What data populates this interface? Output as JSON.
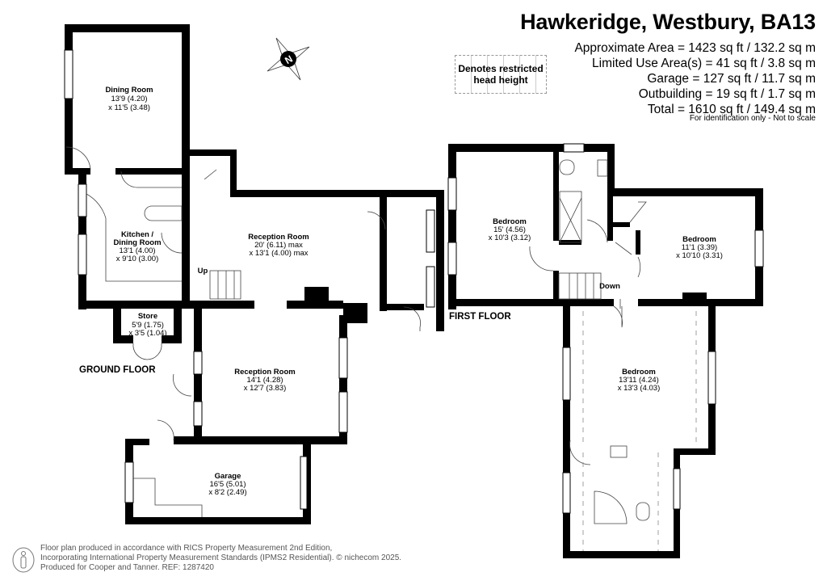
{
  "header": {
    "title": "Hawkeridge, Westbury, BA13",
    "areas": [
      "Approximate Area = 1423 sq ft / 132.2 sq m",
      "Limited Use Area(s) = 41 sq ft / 3.8 sq m",
      "Garage = 127 sq ft / 11.7 sq m",
      "Outbuilding = 19 sq ft / 1.7 sq m",
      "Total = 1610 sq ft / 149.4 sq m"
    ],
    "note": "For identification only - Not to scale"
  },
  "legend": {
    "restricted_line1": "Denotes restricted",
    "restricted_line2": "head height"
  },
  "compass": {
    "label": "N"
  },
  "ground_floor": {
    "label": "GROUND FLOOR",
    "rooms": [
      {
        "name": "Dining Room",
        "dim1": "13'9 (4.20)",
        "dim2": "x 11'5 (3.48)"
      },
      {
        "name": "Kitchen /",
        "name2": "Dining Room",
        "dim1": "13'1 (4.00)",
        "dim2": "x 9'10 (3.00)"
      },
      {
        "name": "Reception Room",
        "dim1": "20' (6.11) max",
        "dim2": "x 13'1 (4.00) max"
      },
      {
        "name": "Store",
        "dim1": "5'9 (1.75)",
        "dim2": "x 3'5 (1.04)"
      },
      {
        "name": "Reception Room",
        "dim1": "14'1 (4.28)",
        "dim2": "x 12'7 (3.83)"
      },
      {
        "name": "Garage",
        "dim1": "16'5 (5.01)",
        "dim2": "x 8'2 (2.49)"
      }
    ],
    "stairs": "Up"
  },
  "first_floor": {
    "label": "FIRST FLOOR",
    "rooms": [
      {
        "name": "Bedroom",
        "dim1": "15' (4.56)",
        "dim2": "x 10'3 (3.12)"
      },
      {
        "name": "Bedroom",
        "dim1": "11'1 (3.39)",
        "dim2": "x 10'10 (3.31)"
      },
      {
        "name": "Bedroom",
        "dim1": "13'11 (4.24)",
        "dim2": "x 13'3 (4.03)"
      }
    ],
    "stairs": "Down"
  },
  "footer": {
    "line1": "Floor plan produced in accordance with RICS Property Measurement 2nd Edition,",
    "line2": "Incorporating International Property Measurement Standards (IPMS2 Residential).   © nichecom 2025.",
    "line3": "Produced for Cooper and Tanner.   REF:  1287420"
  }
}
